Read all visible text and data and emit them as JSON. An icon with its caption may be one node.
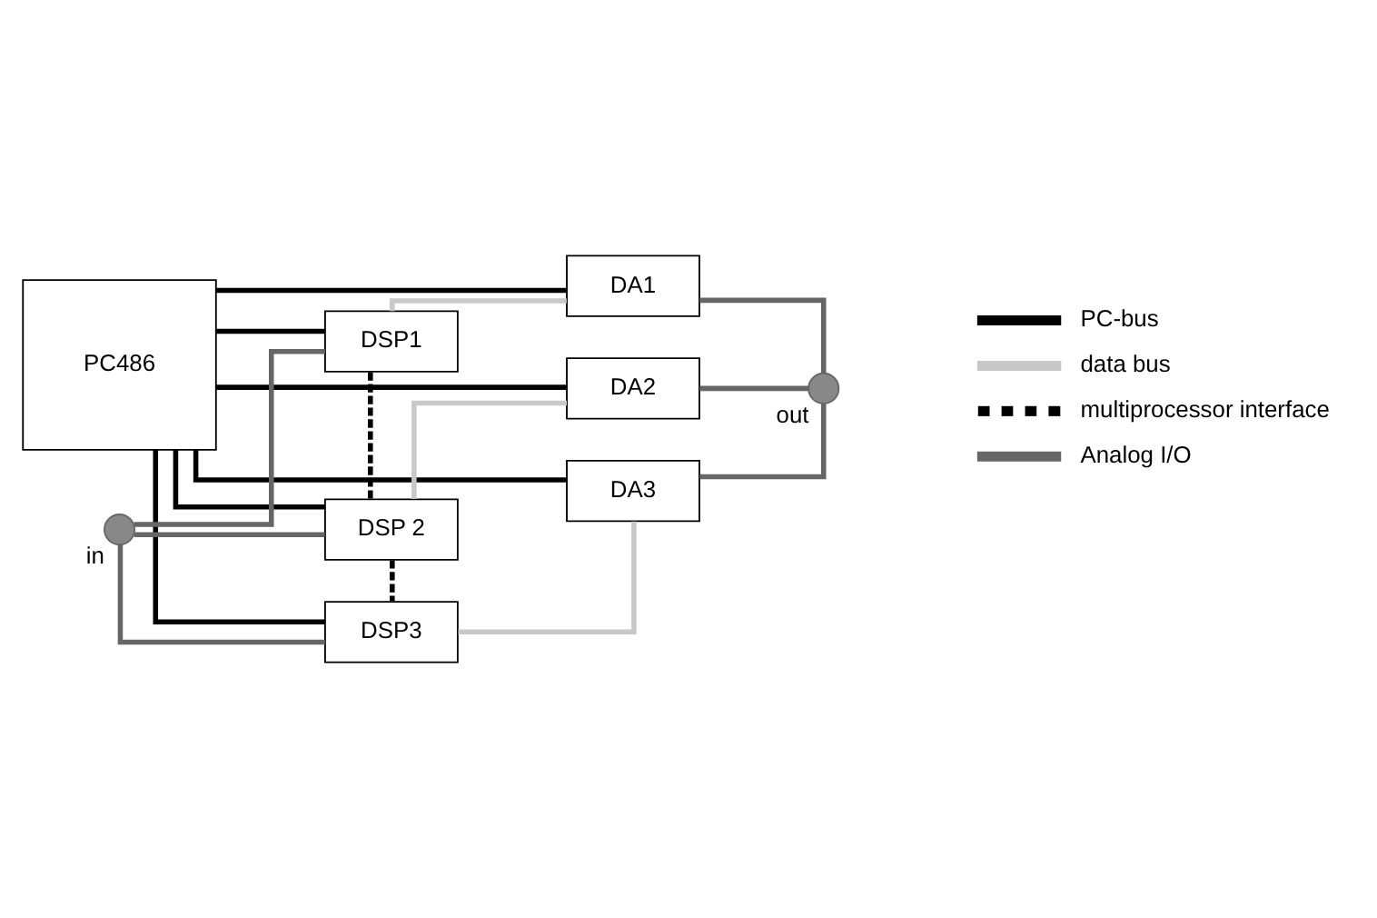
{
  "diagram": {
    "nodes": [
      {
        "text": [
          "PC486"
        ]
      },
      {
        "text": [
          "DSP1"
        ]
      },
      {
        "text": [
          "DSP 2"
        ]
      },
      {
        "text": [
          "DSP3"
        ]
      },
      {
        "text": [
          "DA1"
        ]
      },
      {
        "text": [
          "DA2"
        ]
      },
      {
        "text": [
          "DA3"
        ]
      },
      {
        "text": [],
        "shape": "circle",
        "beside": [
          "in"
        ]
      },
      {
        "text": [],
        "shape": "circle",
        "beside": [
          "out"
        ]
      }
    ],
    "edges": [
      {
        "from": 0,
        "to": 1,
        "arrow": "none",
        "color": "#000000"
      },
      {
        "from": 0,
        "to": 2,
        "arrow": "none",
        "color": "#000000"
      },
      {
        "from": 0,
        "to": 3,
        "arrow": "none",
        "color": "#000000"
      },
      {
        "from": 0,
        "to": 4,
        "arrow": "none",
        "color": "#000000"
      },
      {
        "from": 0,
        "to": 5,
        "arrow": "none",
        "color": "#000000"
      },
      {
        "from": 0,
        "to": 6,
        "arrow": "none",
        "color": "#000000"
      },
      {
        "from": 1,
        "to": 4,
        "arrow": "none",
        "color": "#c8c8c8"
      },
      {
        "from": 2,
        "to": 5,
        "arrow": "none",
        "color": "#c8c8c8"
      },
      {
        "from": 3,
        "to": 6,
        "arrow": "none",
        "color": "#c8c8c8"
      },
      {
        "from": 1,
        "to": 2,
        "arrow": "none",
        "style": "dashed",
        "color": "#000000"
      },
      {
        "from": 2,
        "to": 3,
        "arrow": "none",
        "style": "dashed",
        "color": "#000000"
      },
      {
        "from": 7,
        "to": 1,
        "arrow": "none",
        "color": "#666666"
      },
      {
        "from": 7,
        "to": 2,
        "arrow": "none",
        "color": "#666666"
      },
      {
        "from": 7,
        "to": 3,
        "arrow": "none",
        "color": "#666666"
      },
      {
        "from": 4,
        "to": 8,
        "arrow": "none",
        "color": "#666666"
      },
      {
        "from": 5,
        "to": 8,
        "arrow": "none",
        "color": "#666666"
      },
      {
        "from": 6,
        "to": 8,
        "arrow": "none",
        "color": "#666666"
      }
    ],
    "legend": [
      {
        "text": "PC-bus"
      },
      {
        "text": "data bus"
      },
      {
        "text": "multiprocessor interface"
      },
      {
        "text": "Analog I/O"
      }
    ]
  }
}
